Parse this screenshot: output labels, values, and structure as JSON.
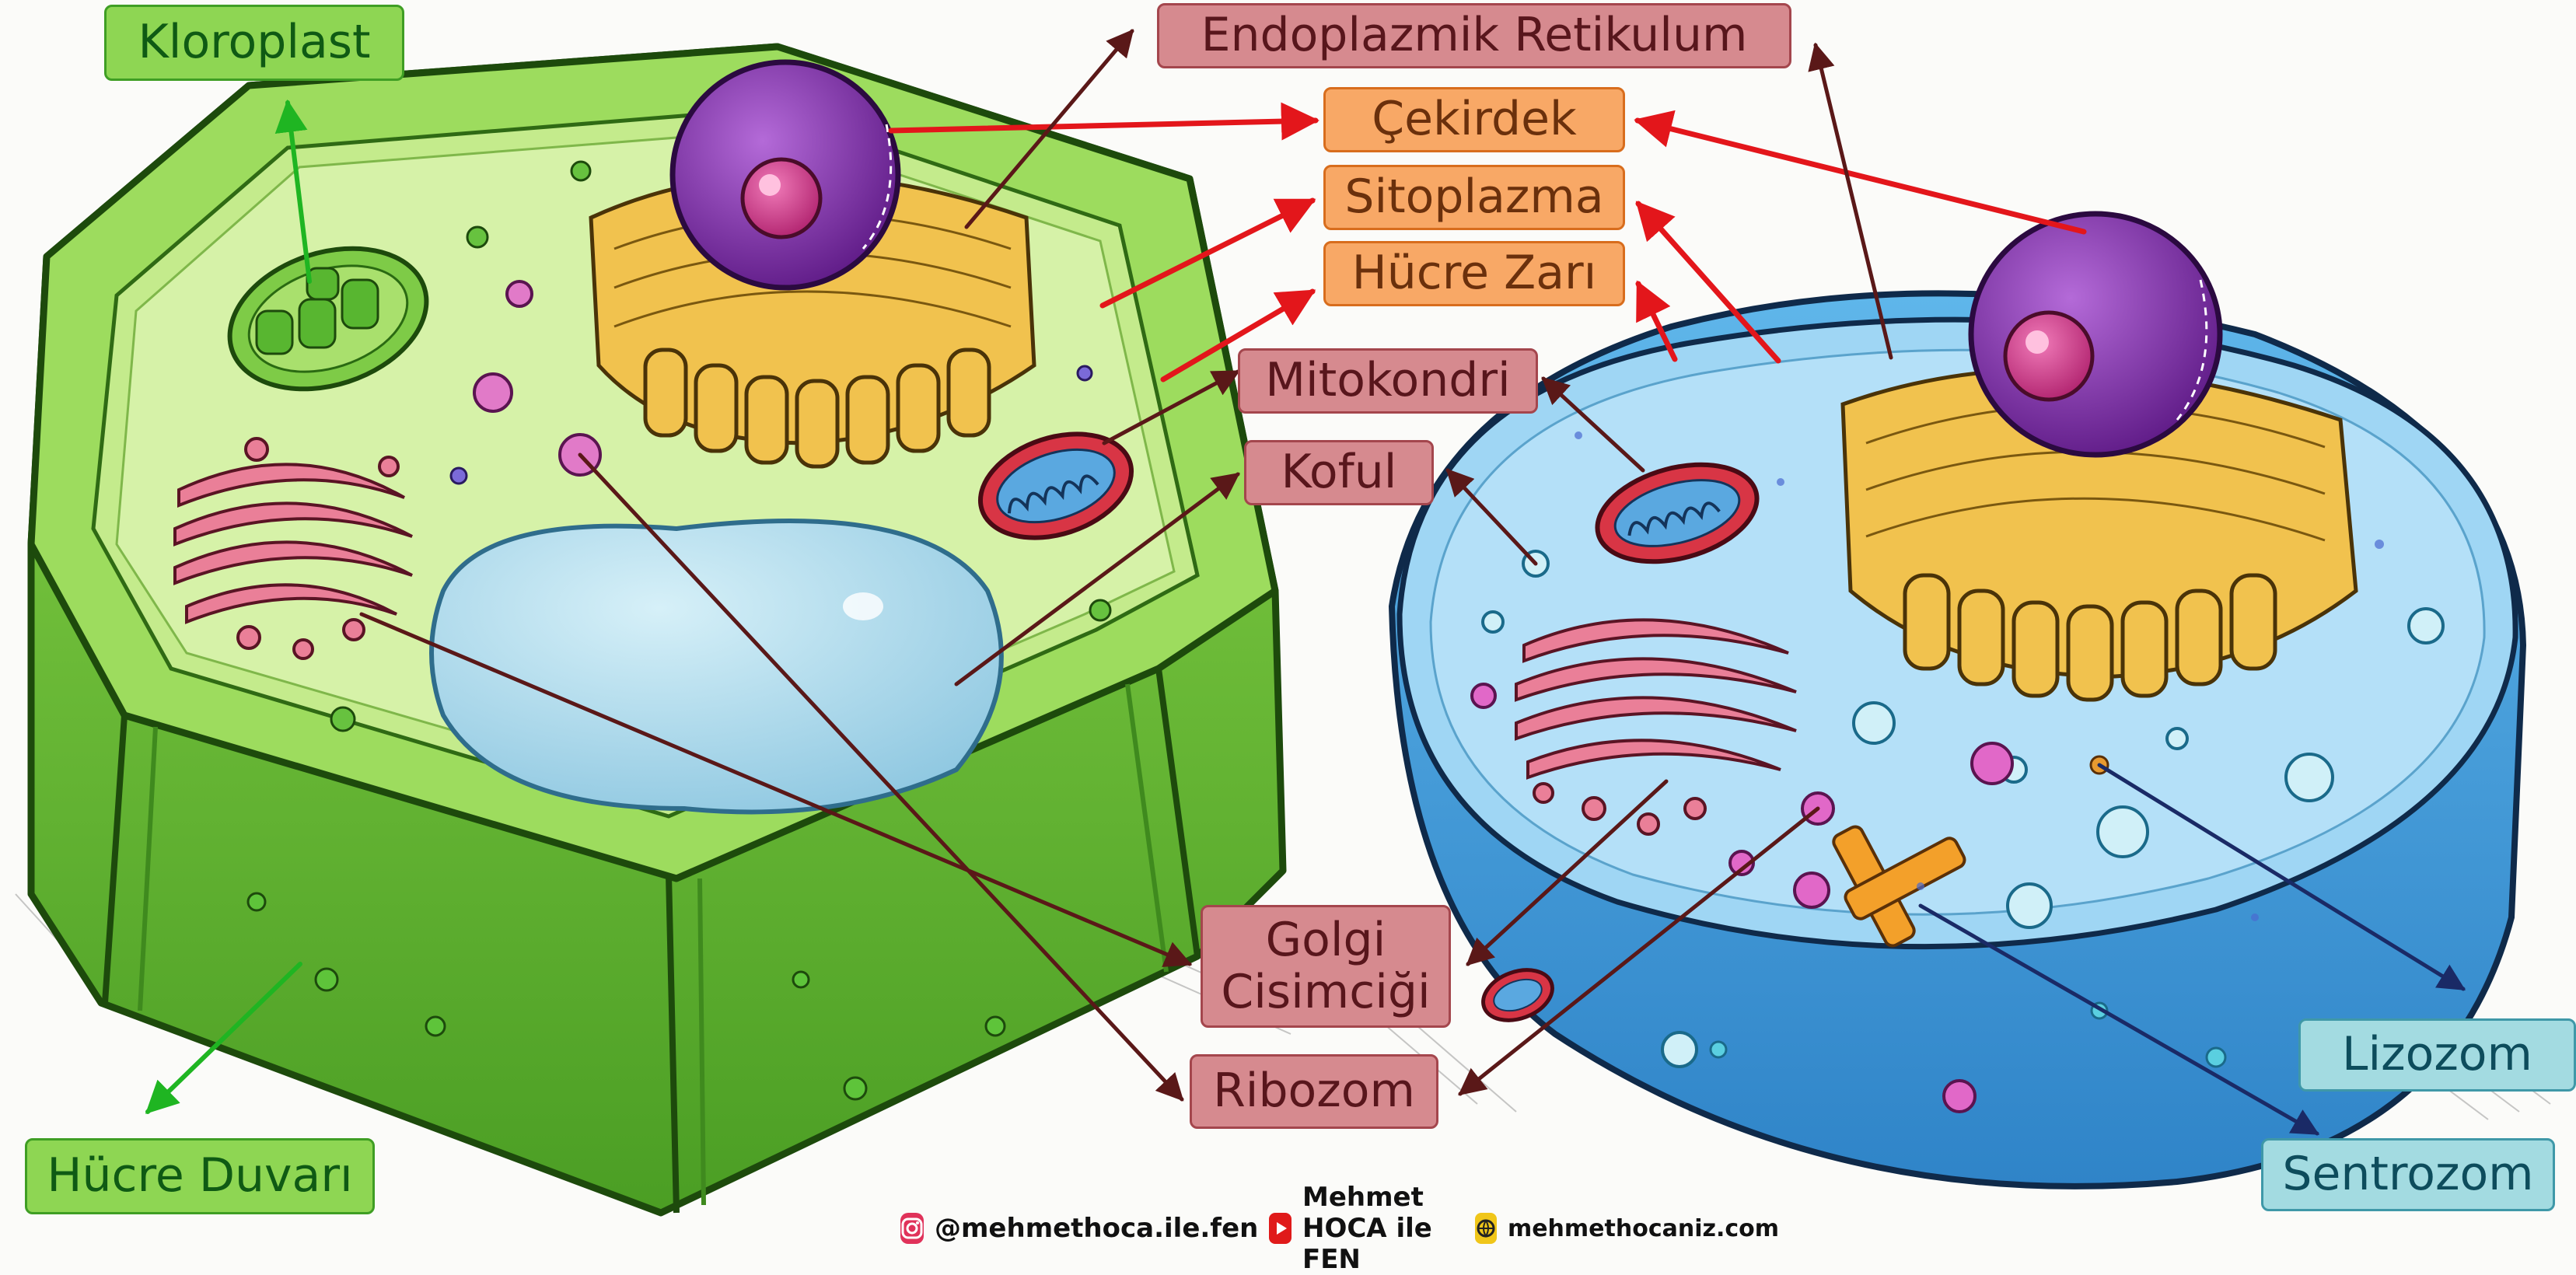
{
  "labels": {
    "kloroplast": "Kloroplast",
    "endoplazmik_retikulum": "Endoplazmik Retikulum",
    "cekirdek": "Çekirdek",
    "sitoplazma": "Sitoplazma",
    "hucre_zari": "Hücre Zarı",
    "mitokondri": "Mitokondri",
    "koful": "Koful",
    "golgi_line1": "Golgi",
    "golgi_line2": "Cisimciği",
    "ribozom": "Ribozom",
    "hucre_duvari": "Hücre Duvarı",
    "lizozom": "Lizozom",
    "sentrozom": "Sentrozom"
  },
  "footer": {
    "instagram": "@mehmethoca.ile.fen",
    "youtube": "Mehmet HOCA ile FEN",
    "website": "mehmethocaniz.com"
  },
  "colors": {
    "green_label": "#8ed653",
    "pink_label": "#d68a8f",
    "orange_label": "#f8a866",
    "teal_label": "#a3dbe1",
    "red_arrow": "#e3161b",
    "green_arrow": "#1fb522",
    "brown_arrow": "#5a1818",
    "navy_arrow": "#1a2a66",
    "plant_wall": "#6cc23a",
    "animal_cell": "#48a8e4",
    "nucleus": "#8b38b8"
  },
  "icons": [
    "instagram-icon",
    "youtube-icon",
    "globe-icon"
  ]
}
